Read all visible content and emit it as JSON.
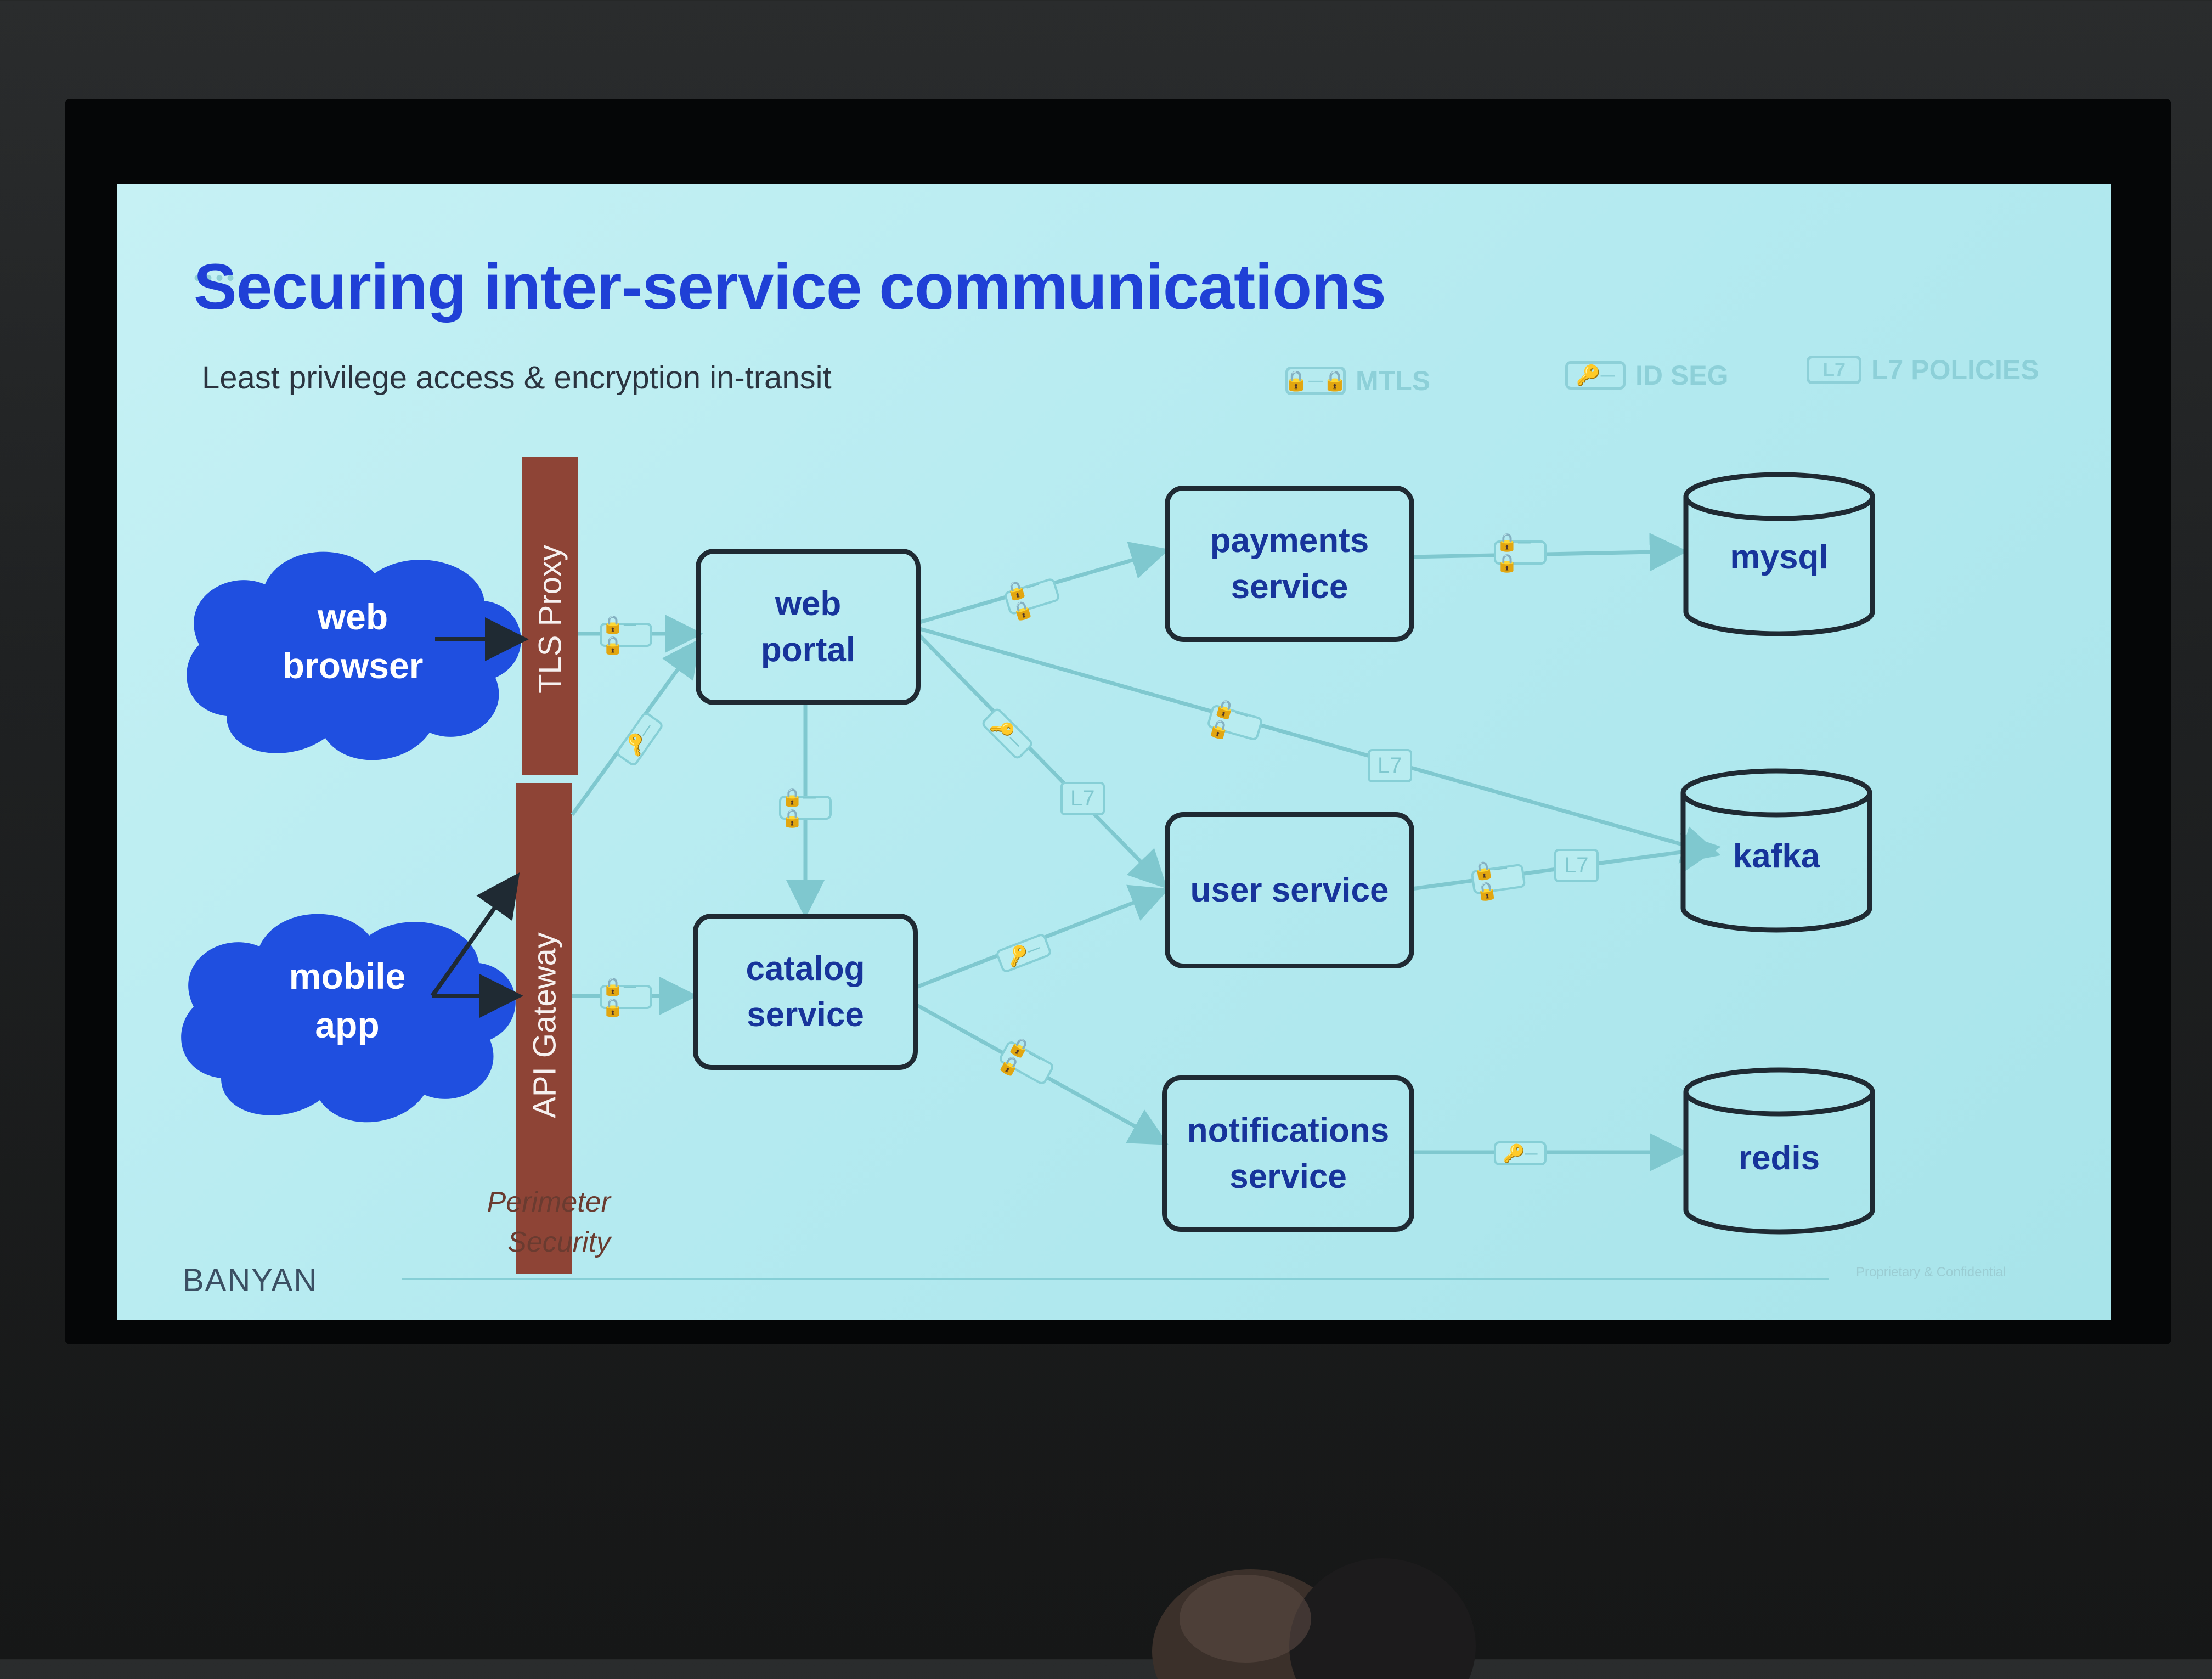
{
  "slide": {
    "title": "Securing inter-service communications",
    "subtitle": "Least privilege access & encryption in-transit",
    "decorative_dots": "••••",
    "legend": [
      {
        "swatch": "🔒─🔒",
        "label": "MTLS"
      },
      {
        "swatch": "🔑─",
        "label": "ID SEG"
      },
      {
        "swatch": "L7",
        "label": "L7 POLICIES"
      }
    ],
    "clients": {
      "web_browser": "web\nbrowser",
      "mobile_app": "mobile\napp"
    },
    "perimeter": {
      "tls_proxy": "TLS Proxy",
      "api_gateway": "API Gateway",
      "label": "Perimeter\nSecurity"
    },
    "services": {
      "web_portal": "web\nportal",
      "catalog_service": "catalog\nservice",
      "payments_service": "payments\nservice",
      "user_service": "user service",
      "notifications_service": "notifications\nservice"
    },
    "datastores": {
      "mysql": "mysql",
      "kafka": "kafka",
      "redis": "redis"
    },
    "edge_tags": {
      "l7": "L7",
      "mtls": "🔒─🔒",
      "idseg": "🔑─"
    },
    "logo": "BANYAN",
    "footer": "Proprietary & Confidential"
  },
  "colors": {
    "slide_bg": "#b4eaf0",
    "title_blue": "#1f40d6",
    "cloud_blue": "#1f4fe0",
    "perimeter_bar": "#8e4436",
    "box_border": "#1f2a33",
    "edge_faint": "#7fc8cf",
    "arrow_dark": "#1f2a33"
  }
}
